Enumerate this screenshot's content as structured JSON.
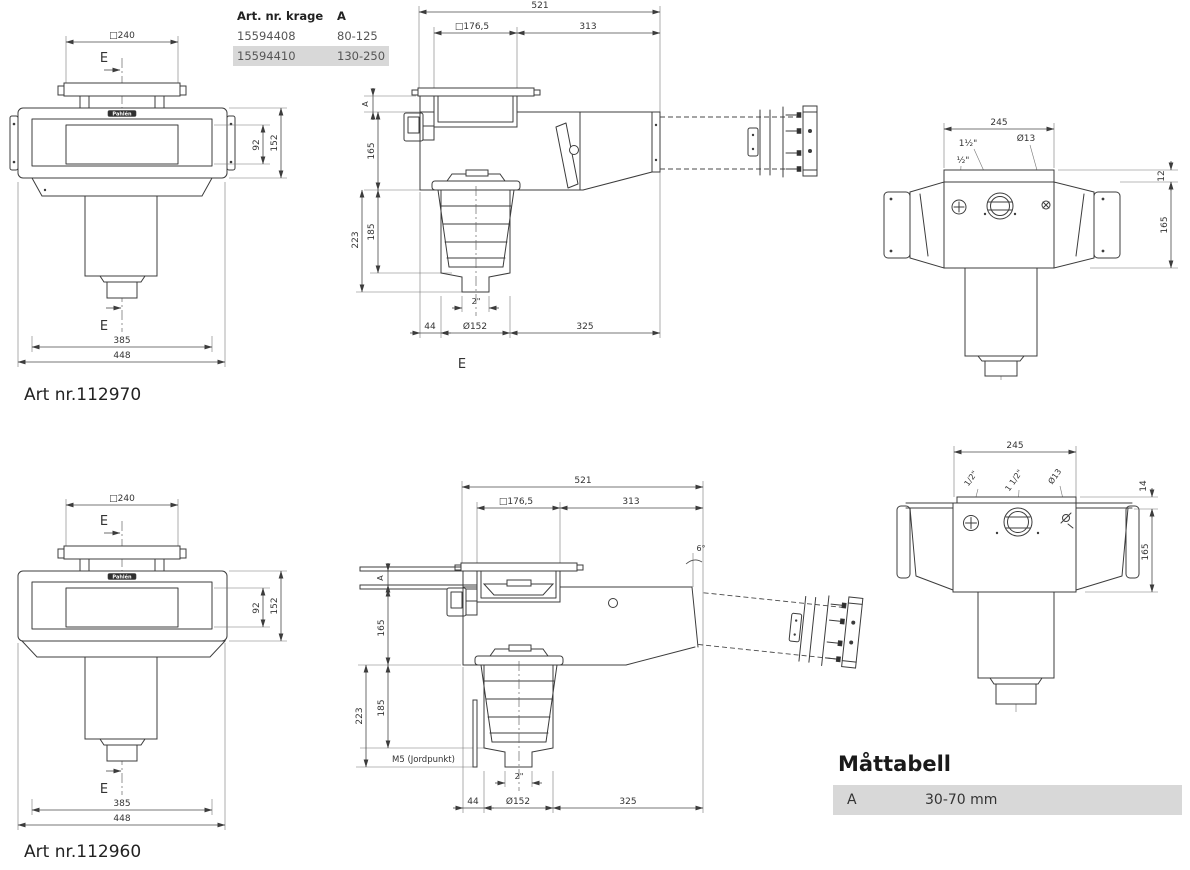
{
  "parts_table": {
    "col_art": "Art. nr. krage",
    "col_a": "A",
    "rows": [
      {
        "art_nr": "15594408",
        "a": "80-125"
      },
      {
        "art_nr": "15594410",
        "a": "130-250"
      }
    ]
  },
  "labels": {
    "art_112970": "Art nr.112970",
    "art_112960": "Art nr.112960"
  },
  "matttabell": {
    "title": "Måttabell",
    "row_key": "A",
    "row_value": "30-70 mm"
  },
  "brand": "Pahlén",
  "front_view": {
    "top_width": "□240",
    "e": "E",
    "inner_height": "92",
    "outer_height": "152",
    "inner_width": "385",
    "outer_width": "448"
  },
  "side_view_112970": {
    "total_length": "521",
    "lid_width": "□176,5",
    "rear_length": "313",
    "collar_gap": "A",
    "depth_to_floor": "165",
    "basket_depth": "185",
    "sump_depth": "223",
    "front_offset": "44",
    "outlet_size": "2\"",
    "sump_diameter": "Ø152",
    "rear_offset": "325",
    "section_mark": "E"
  },
  "rear_view_112970": {
    "width": "245",
    "connection_center": "1½\"",
    "connection_side": "½\"",
    "hole": "Ø13",
    "plate_height": "12",
    "body_height": "165"
  },
  "side_view_112960": {
    "total_length": "521",
    "lid_width": "□176,5",
    "rear_length": "313",
    "angle": "6°",
    "collar_gap": "A",
    "depth_to_floor": "165",
    "basket_depth": "185",
    "sump_depth": "223",
    "ground_point": "M5 (Jordpunkt)",
    "front_offset": "44",
    "outlet_size": "2\"",
    "sump_diameter": "Ø152",
    "rear_offset": "325"
  },
  "rear_view_112960": {
    "width": "245",
    "connection_side": "1/2\"",
    "connection_center": "1 1/2\"",
    "hole": "Ø13",
    "plate_height": "14",
    "body_height": "165"
  }
}
